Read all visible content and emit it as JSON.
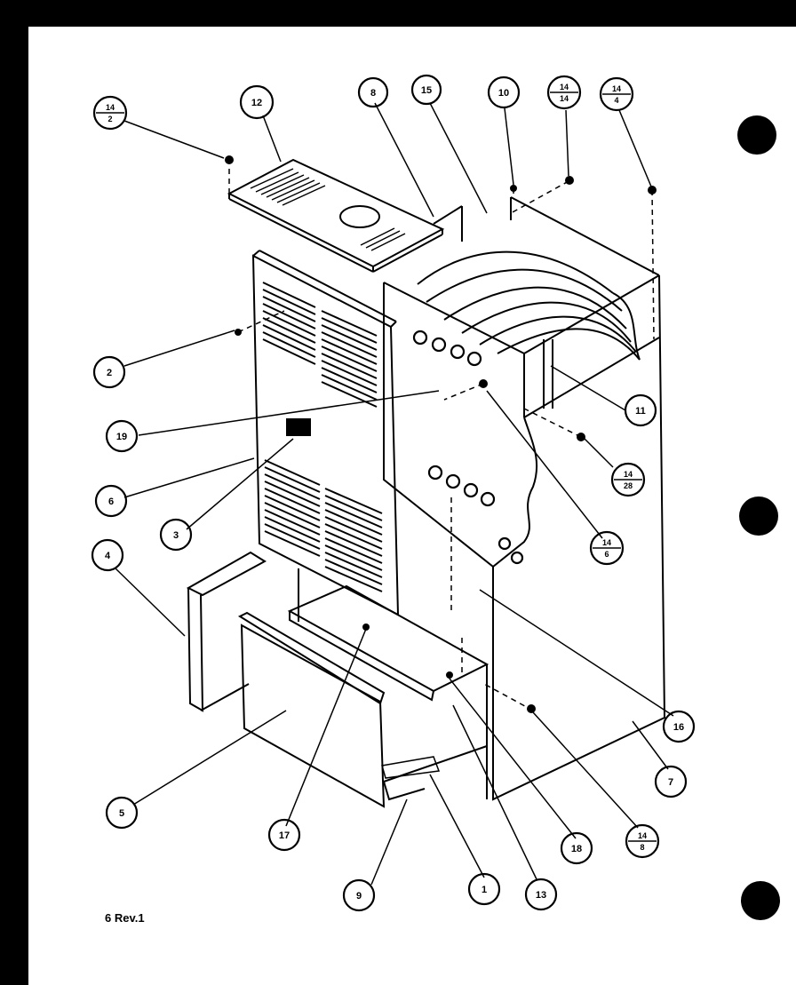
{
  "diagram": {
    "footer_note": "6 Rev.1",
    "callouts": [
      {
        "id": "c12",
        "label": "12"
      },
      {
        "id": "c8",
        "label": "8"
      },
      {
        "id": "c15",
        "label": "15"
      },
      {
        "id": "c10",
        "label": "10"
      },
      {
        "id": "c2",
        "label": "2"
      },
      {
        "id": "c19",
        "label": "19"
      },
      {
        "id": "c6",
        "label": "6"
      },
      {
        "id": "c3",
        "label": "3"
      },
      {
        "id": "c4",
        "label": "4"
      },
      {
        "id": "c11",
        "label": "11"
      },
      {
        "id": "c5",
        "label": "5"
      },
      {
        "id": "c17",
        "label": "17"
      },
      {
        "id": "c9",
        "label": "9"
      },
      {
        "id": "c1",
        "label": "1"
      },
      {
        "id": "c13",
        "label": "13"
      },
      {
        "id": "c18",
        "label": "18"
      },
      {
        "id": "c7",
        "label": "7"
      },
      {
        "id": "c16",
        "label": "16"
      }
    ],
    "split_callouts": [
      {
        "id": "s14_2",
        "top": "14",
        "bottom": "2"
      },
      {
        "id": "s14_14",
        "top": "14",
        "bottom": "14"
      },
      {
        "id": "s14_4",
        "top": "14",
        "bottom": "4"
      },
      {
        "id": "s14_28",
        "top": "14",
        "bottom": "28"
      },
      {
        "id": "s14_6",
        "top": "14",
        "bottom": "6"
      },
      {
        "id": "s14_8",
        "top": "14",
        "bottom": "8"
      }
    ]
  }
}
